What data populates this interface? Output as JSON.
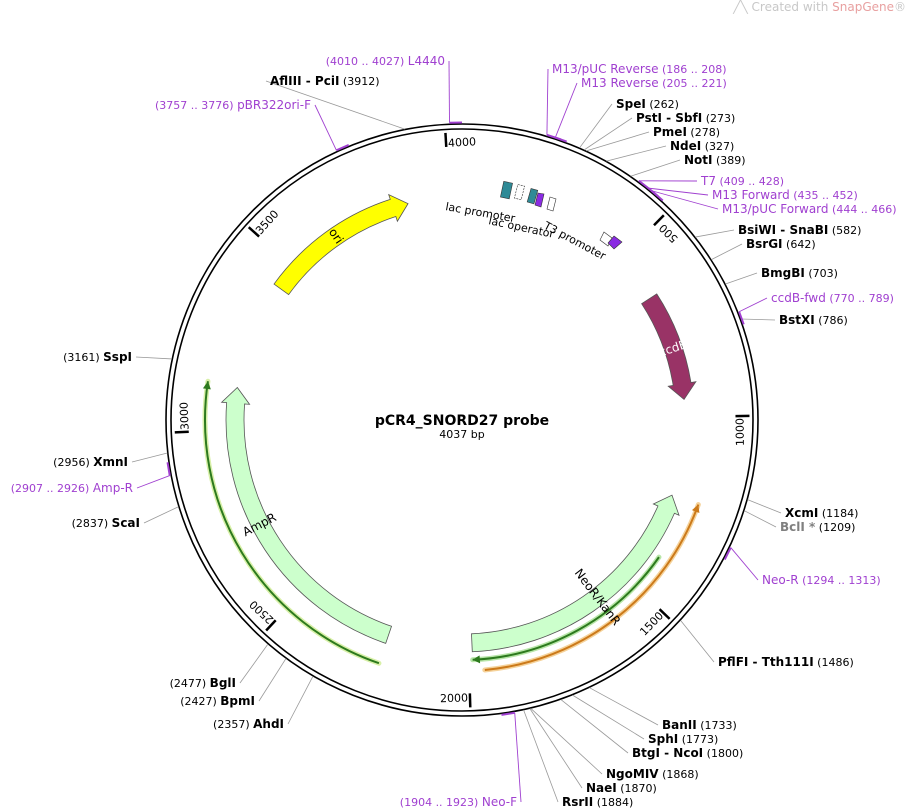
{
  "watermark": {
    "prefix": "Created with ",
    "brand": "SnapGene",
    "mark": "®"
  },
  "map": {
    "name": "pCR4_SNORD27 probe",
    "length_label": "4037 bp",
    "length": 4037
  },
  "ticks": [
    {
      "bp": 500,
      "label": "500"
    },
    {
      "bp": 1000,
      "label": "1000"
    },
    {
      "bp": 1500,
      "label": "1500"
    },
    {
      "bp": 2000,
      "label": "2000"
    },
    {
      "bp": 2500,
      "label": "2500"
    },
    {
      "bp": 3000,
      "label": "3000"
    },
    {
      "bp": 3500,
      "label": "3500"
    },
    {
      "bp": 4000,
      "label": "4000"
    }
  ],
  "enzymes": [
    {
      "name": "AflIII",
      "name2": "PciI",
      "pos": "(3912)",
      "bp": 3912
    },
    {
      "name": "SpeI",
      "pos": "(262)",
      "bp": 262
    },
    {
      "name": "PstI",
      "name2": "SbfI",
      "pos": "(273)",
      "bp": 273
    },
    {
      "name": "PmeI",
      "pos": "(278)",
      "bp": 278
    },
    {
      "name": "NdeI",
      "pos": "(327)",
      "bp": 327
    },
    {
      "name": "NotI",
      "pos": "(389)",
      "bp": 389
    },
    {
      "name": "BsiWI",
      "name2": "SnaBI",
      "pos": "(582)",
      "bp": 582
    },
    {
      "name": "BsrGI",
      "pos": "(642)",
      "bp": 642
    },
    {
      "name": "BmgBI",
      "pos": "(703)",
      "bp": 703
    },
    {
      "name": "BstXI",
      "pos": "(786)",
      "bp": 786
    },
    {
      "name": "XcmI",
      "pos": "(1184)",
      "bp": 1184
    },
    {
      "name": "BclI",
      "star": "*",
      "pos": "(1209)",
      "bp": 1209,
      "gray": true
    },
    {
      "name": "PflFI",
      "name2": "Tth111I",
      "pos": "(1486)",
      "bp": 1486
    },
    {
      "name": "BanII",
      "pos": "(1733)",
      "bp": 1733
    },
    {
      "name": "SphI",
      "pos": "(1773)",
      "bp": 1773
    },
    {
      "name": "BtgI",
      "name2": "NcoI",
      "pos": "(1800)",
      "bp": 1800
    },
    {
      "name": "NgoMIV",
      "pos": "(1868)",
      "bp": 1868
    },
    {
      "name": "NaeI",
      "pos": "(1870)",
      "bp": 1870
    },
    {
      "name": "RsrII",
      "pos": "(1884)",
      "bp": 1884
    },
    {
      "name": "AhdI",
      "pos": "(2357)",
      "bp": 2357
    },
    {
      "name": "BpmI",
      "pos": "(2427)",
      "bp": 2427
    },
    {
      "name": "BglI",
      "pos": "(2477)",
      "bp": 2477
    },
    {
      "name": "ScaI",
      "pos": "(2837)",
      "bp": 2837
    },
    {
      "name": "XmnI",
      "pos": "(2956)",
      "bp": 2956
    },
    {
      "name": "SspI",
      "pos": "(3161)",
      "bp": 3161
    }
  ],
  "primers": [
    {
      "name": "L4440",
      "range": "(4010 .. 4027)",
      "start": 4010,
      "end": 4027
    },
    {
      "name": "pBR322ori-F",
      "range": "(3757 .. 3776)",
      "start": 3757,
      "end": 3776
    },
    {
      "name": "M13/pUC Reverse",
      "range": "(186 .. 208)",
      "start": 186,
      "end": 208
    },
    {
      "name": "M13 Reverse",
      "range": "(205 .. 221)",
      "start": 205,
      "end": 221
    },
    {
      "name": "T7",
      "range": "(409 .. 428)",
      "start": 409,
      "end": 428
    },
    {
      "name": "M13 Forward",
      "range": "(435 .. 452)",
      "start": 435,
      "end": 452
    },
    {
      "name": "M13/pUC Forward",
      "range": "(444 .. 466)",
      "start": 444,
      "end": 466
    },
    {
      "name": "ccdB-fwd",
      "range": "(770 .. 789)",
      "start": 770,
      "end": 789
    },
    {
      "name": "Neo-R",
      "range": "(1294 .. 1313)",
      "start": 1294,
      "end": 1313
    },
    {
      "name": "Neo-F",
      "range": "(1904 .. 1923)",
      "start": 1904,
      "end": 1923
    },
    {
      "name": "Amp-R",
      "range": "(2907 .. 2926)",
      "start": 2907,
      "end": 2926
    }
  ],
  "features": [
    {
      "name": "ori",
      "color": "#ffff00",
      "start": 3430,
      "end": 3880
    },
    {
      "name": "ccdB",
      "color": "#993366",
      "start": 640,
      "end": 950
    },
    {
      "name": "NeoR/KanR",
      "color": "#ccffcc",
      "start": 1230,
      "end": 1990
    },
    {
      "name": "AmpR",
      "color": "#ccffcc",
      "start": 2230,
      "end": 3120
    }
  ],
  "small_features": {
    "lac_promoter": "lac promoter",
    "lac_operator": "lac operator",
    "t3_promoter": "T3 promoter"
  },
  "colors": {
    "primer": "#a040d0",
    "feature_teal": "#2f8a96",
    "feature_purple": "#8a2be2",
    "orf_green": "#2d7a1e",
    "orf_orange": "#cc7a1a"
  }
}
